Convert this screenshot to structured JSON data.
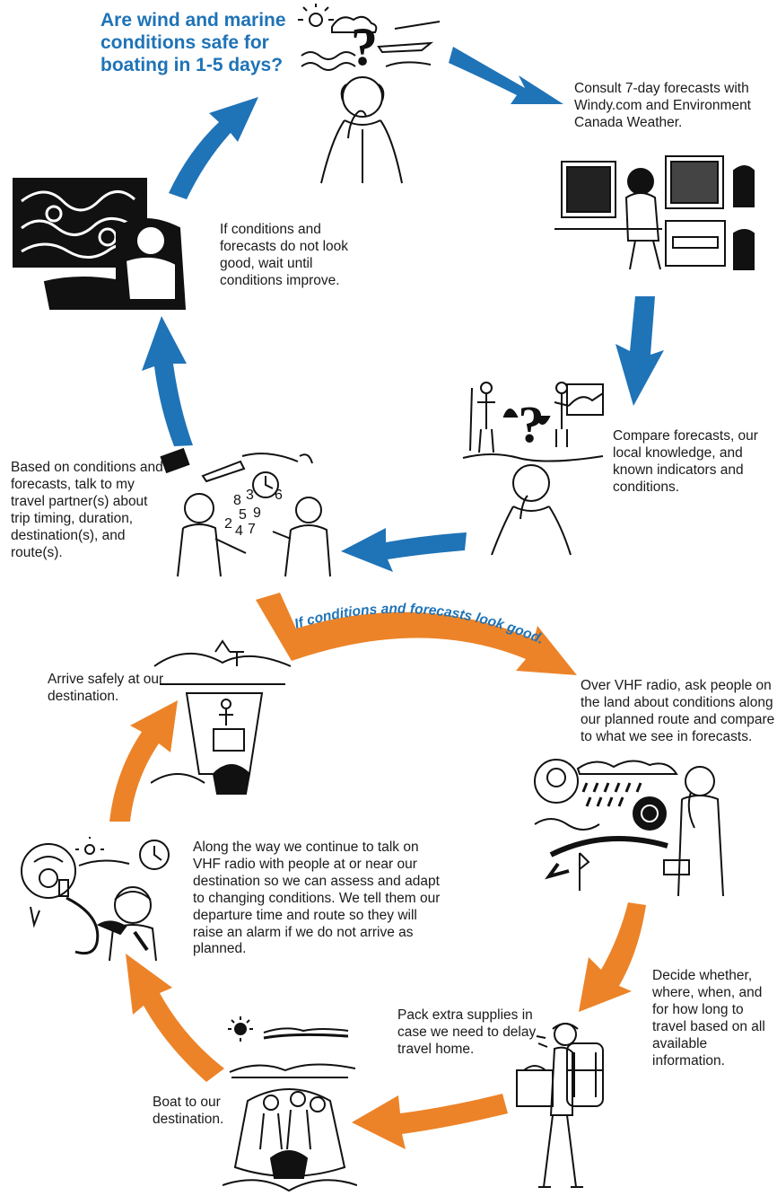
{
  "title": "Are wind and marine conditions safe for boating in 1-5 days?",
  "colors": {
    "blue": "#1f73b7",
    "orange": "#ec8328"
  },
  "steps": {
    "consult": "Consult 7-day forecasts with Windy.com and Environment Canada Weather.",
    "wait": "If conditions and forecasts do not look good, wait until conditions improve.",
    "compare": "Compare forecasts, our local knowledge, and known indicators and conditions.",
    "talk": "Based on conditions and forecasts, talk to my travel partner(s) about trip timing, duration, destination(s), and route(s).",
    "look_good": "If conditions and forecasts look good...",
    "vhf": "Over VHF radio, ask people on the land about conditions along our planned route and compare to what we see in forecasts.",
    "arrive": "Arrive safely at our destination.",
    "along_way": "Along the way we continue to talk on VHF radio with people at or near our destination so we can assess and adapt to changing conditions. We tell them our departure time and route so they will raise an alarm if we do not arrive as planned.",
    "decide": "Decide whether, where, when, and for how long to travel based on all available information.",
    "pack": "Pack extra supplies in case we need to delay travel home.",
    "boat": "Boat to our destination."
  },
  "numbers_in_illustration": "8 3 5 9 6 2 4 7"
}
